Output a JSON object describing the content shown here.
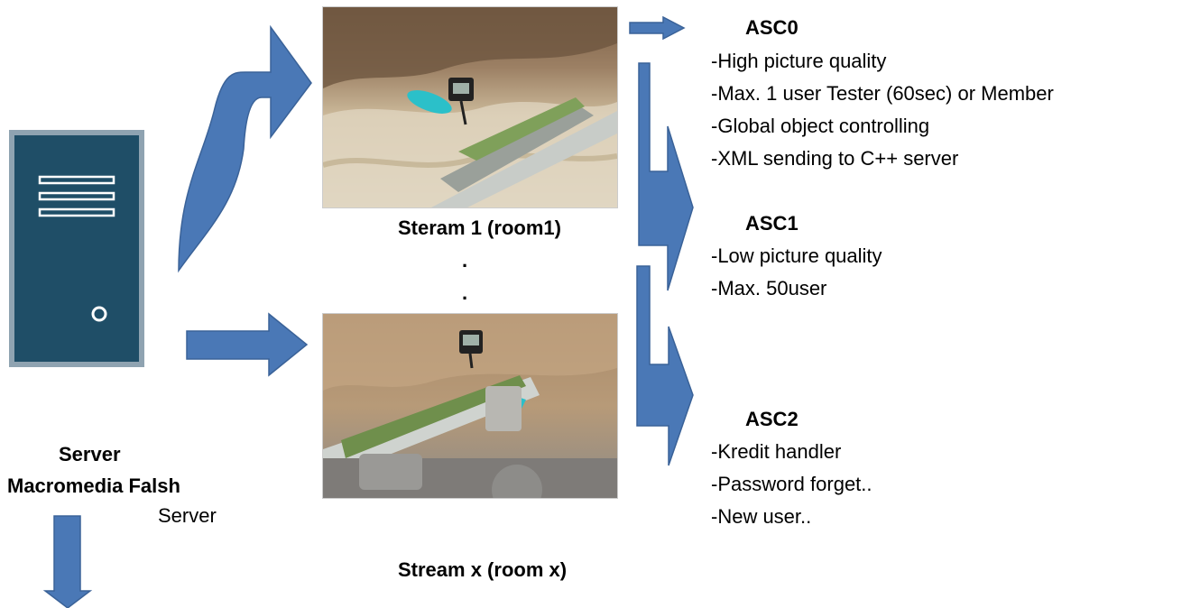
{
  "colors": {
    "arrow": "#4a78b6",
    "arrow_stroke": "#3a6298",
    "server": "#1f4e67",
    "server_border": "#8fa3b1"
  },
  "server": {
    "title": "Server",
    "subtitle": "Macromedia Falsh",
    "subtitle2": "Server"
  },
  "streams": {
    "stream1": "Steram 1 (room1)",
    "dot1": ".",
    "dot2": ".",
    "streamx": "Stream x (room x)"
  },
  "asc": [
    {
      "title": "ASC0",
      "lines": [
        "-High picture quality",
        "-Max. 1 user Tester (60sec) or Member",
        "-Global object controlling",
        "-XML sending to C++ server"
      ]
    },
    {
      "title": "ASC1",
      "lines": [
        "-Low picture quality",
        "-Max. 50user"
      ]
    },
    {
      "title": "ASC2",
      "lines": [
        "-Kredit handler",
        "-Password forget..",
        "-New user.."
      ]
    }
  ]
}
